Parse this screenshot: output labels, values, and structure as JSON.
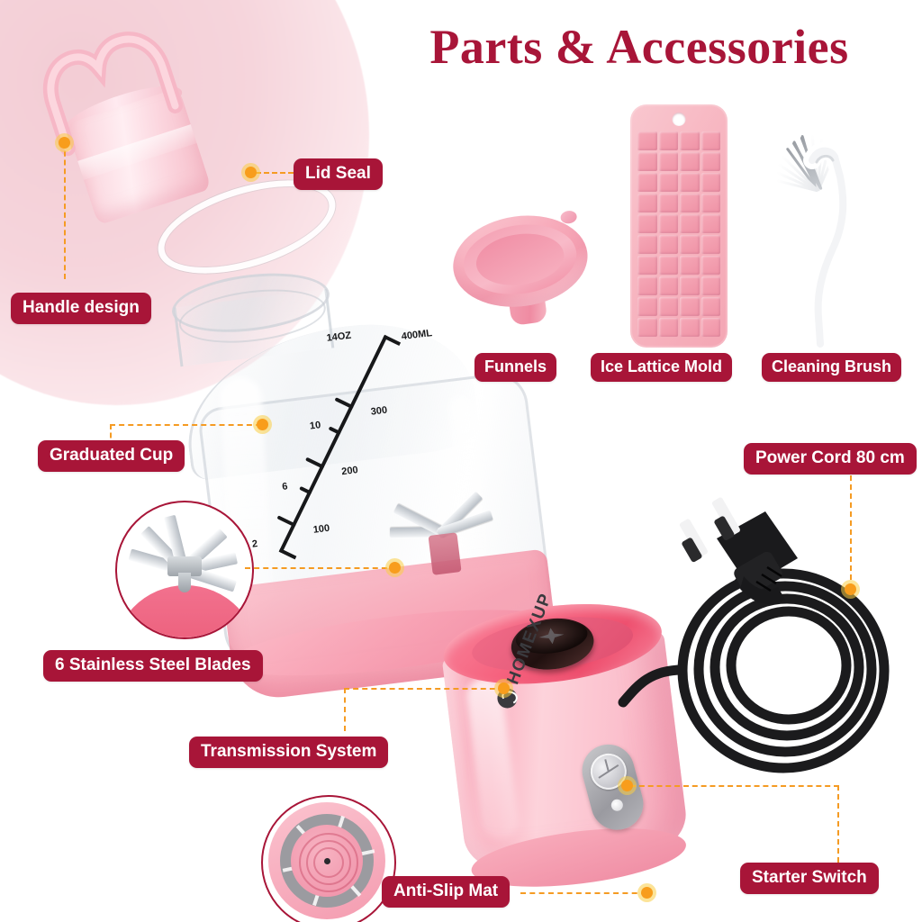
{
  "header": {
    "title": "Parts & Accessories"
  },
  "theme": {
    "badge_color": "#a81538",
    "connector_color": "#f59b23",
    "dot_color": "#f89d1c",
    "background": "#ffffff",
    "blob_pink": "#f3cdd5"
  },
  "labels": {
    "handle_design": "Handle design",
    "lid_seal": "Lid Seal",
    "graduated_cup": "Graduated Cup",
    "blades": "6 Stainless Steel Blades",
    "transmission_system": "Transmission System",
    "anti_slip_mat": "Anti-Slip Mat",
    "funnels": "Funnels",
    "ice_lattice_mold": "Ice Lattice Mold",
    "cleaning_brush": "Cleaning Brush",
    "power_cord": "Power Cord 80 cm",
    "starter_switch": "Starter Switch"
  },
  "product": {
    "brand": "HOMEXUP",
    "cup_scale": {
      "top_ml": "400ML",
      "top_oz": "14OZ",
      "marks": [
        "300",
        "10",
        "200",
        "6",
        "100",
        "2"
      ]
    }
  }
}
